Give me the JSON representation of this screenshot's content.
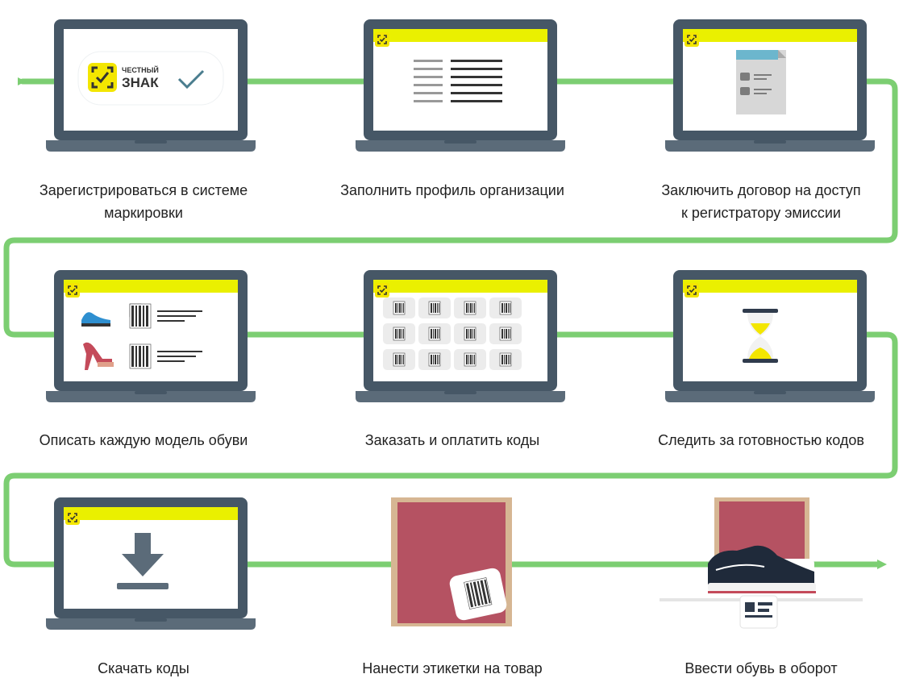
{
  "colors": {
    "flow_line": "#7cce72",
    "laptop_body": "#465766",
    "laptop_base": "#5b6b79",
    "screen_bg": "#ffffff",
    "header_yellow": "#eaf000",
    "brand_yellow": "#f3e600",
    "box_face": "#b55262",
    "box_frame": "#d6b693",
    "label_bg": "#ffffff"
  },
  "brand": {
    "logo_top": "ЧЕСТНЫЙ",
    "logo_bottom": "ЗНАК"
  },
  "steps": [
    {
      "id": 1,
      "icon": "honest-sign-logo",
      "caption_lines": [
        "Зарегистрироваться в системе",
        "маркировки"
      ]
    },
    {
      "id": 2,
      "icon": "profile-form",
      "caption_lines": [
        "Заполнить профиль организации"
      ]
    },
    {
      "id": 3,
      "icon": "contract-document",
      "caption_lines": [
        "Заключить договор на доступ",
        "к регистратору эмиссии"
      ]
    },
    {
      "id": 4,
      "icon": "shoe-models",
      "caption_lines": [
        "Описать каждую модель обуви"
      ]
    },
    {
      "id": 5,
      "icon": "code-grid",
      "caption_lines": [
        "Заказать и оплатить коды"
      ]
    },
    {
      "id": 6,
      "icon": "hourglass",
      "caption_lines": [
        "Следить за готовностью кодов"
      ]
    },
    {
      "id": 7,
      "icon": "download-arrow",
      "caption_lines": [
        "Скачать коды"
      ]
    },
    {
      "id": 8,
      "icon": "labeled-box",
      "caption_lines": [
        "Нанести этикетки на товар"
      ]
    },
    {
      "id": 9,
      "icon": "shoe-on-box-scanner",
      "caption_lines": [
        "Ввести обувь в оборот"
      ]
    }
  ]
}
